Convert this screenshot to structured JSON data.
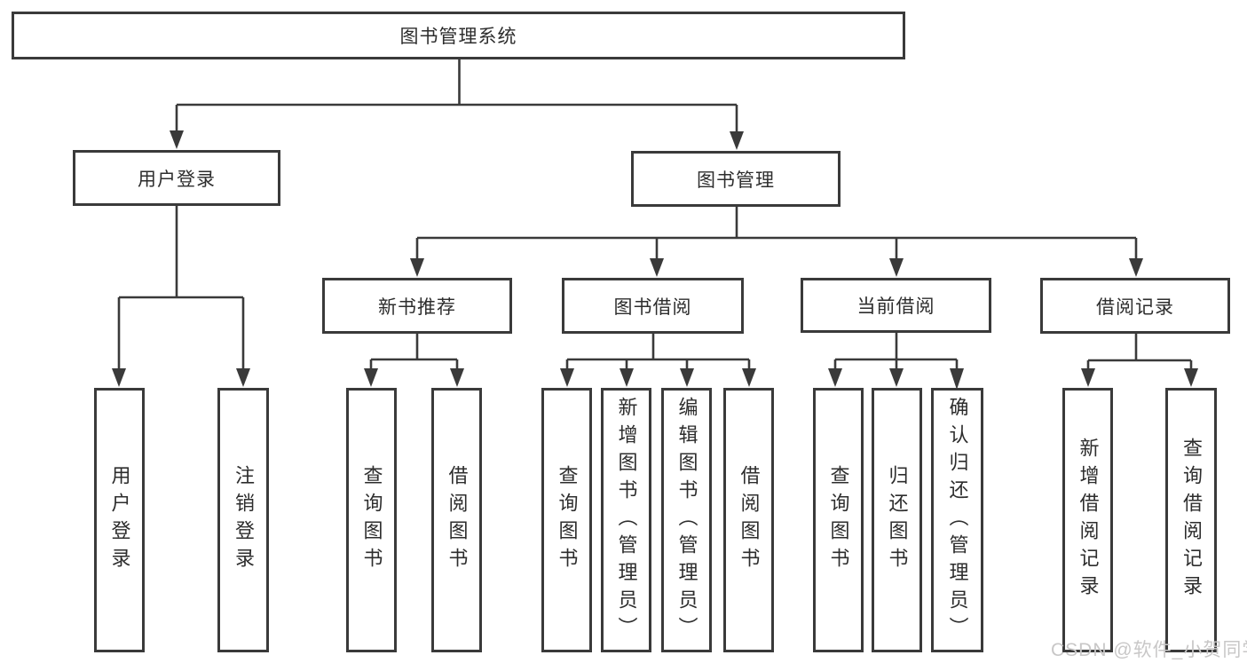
{
  "tree": {
    "root": {
      "label": "图书管理系统",
      "children": [
        {
          "label": "用户登录",
          "children": [
            {
              "label": "用户登录"
            },
            {
              "label": "注销登录"
            }
          ]
        },
        {
          "label": "图书管理",
          "children": [
            {
              "label": "新书推荐",
              "children": [
                {
                  "label": "查询图书"
                },
                {
                  "label": "借阅图书"
                }
              ]
            },
            {
              "label": "图书借阅",
              "children": [
                {
                  "label": "查询图书"
                },
                {
                  "label": "新增图书（管理员）"
                },
                {
                  "label": "编辑图书（管理员）"
                },
                {
                  "label": "借阅图书"
                }
              ]
            },
            {
              "label": "当前借阅",
              "children": [
                {
                  "label": "查询图书"
                },
                {
                  "label": "归还图书"
                },
                {
                  "label": "确认归还（管理员）"
                }
              ]
            },
            {
              "label": "借阅记录",
              "children": [
                {
                  "label": "新增借阅记录"
                },
                {
                  "label": "查询借阅记录"
                }
              ]
            }
          ]
        }
      ]
    }
  },
  "watermark": {
    "text": "CSDN @软件_小贺同学"
  },
  "colors": {
    "line": "#3a3a3a",
    "text": "#2d2d2d",
    "background": "#ffffff",
    "watermark": "#c8c7c7"
  }
}
